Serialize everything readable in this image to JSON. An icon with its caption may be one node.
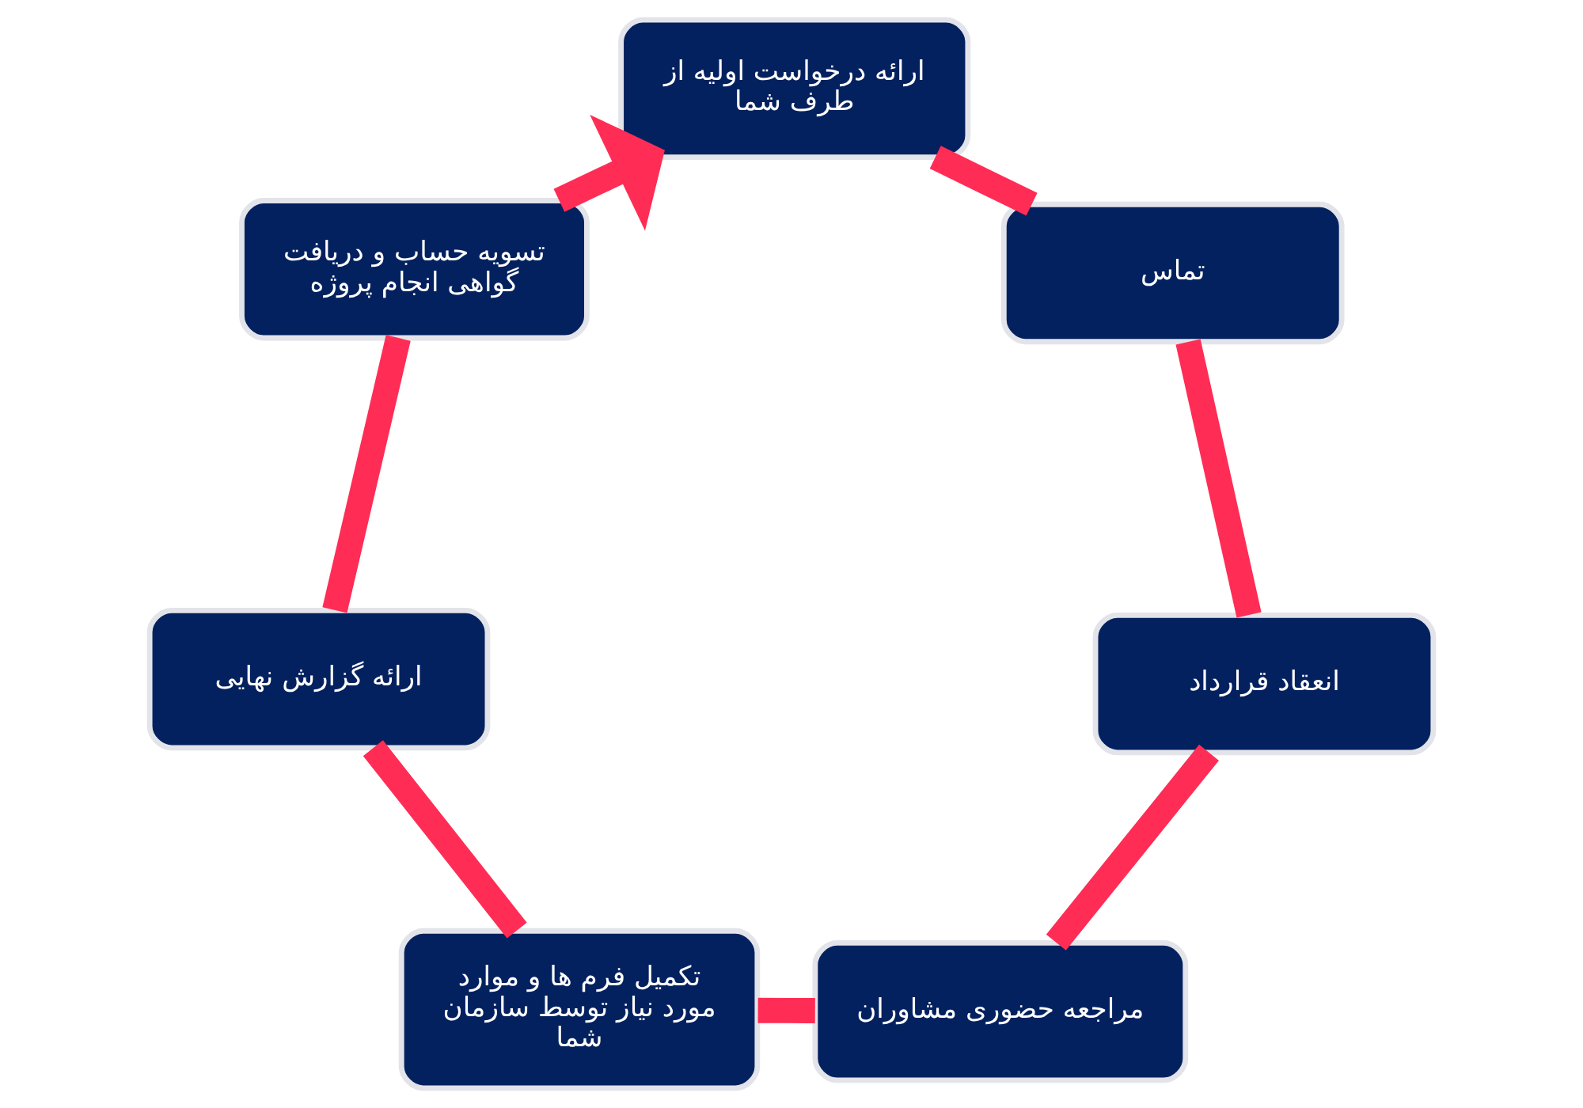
{
  "diagram": {
    "nodes": [
      {
        "text": [
          "ارائه درخواست اولیه از طرف شما"
        ]
      },
      {
        "text": [
          "تماس"
        ]
      },
      {
        "text": [
          "انعقاد قرارداد"
        ]
      },
      {
        "text": [
          "مراجعه حضوری مشاوران"
        ]
      },
      {
        "text": [
          "تکمیل فرم ها و موارد مورد نیاز توسط سازمان شما"
        ]
      },
      {
        "text": [
          "ارائه گزارش نهایی"
        ]
      },
      {
        "text": [
          "تسویه حساب و دریافت گواهی انجام پروژه"
        ]
      }
    ],
    "edges": [
      {
        "from": 0,
        "to": 1,
        "arrow": "none"
      },
      {
        "from": 1,
        "to": 2,
        "arrow": "none"
      },
      {
        "from": 2,
        "to": 3,
        "arrow": "none"
      },
      {
        "from": 3,
        "to": 4,
        "arrow": "none"
      },
      {
        "from": 4,
        "to": 5,
        "arrow": "none"
      },
      {
        "from": 5,
        "to": 6,
        "arrow": "none"
      },
      {
        "from": 6,
        "to": 0,
        "arrow": "to"
      }
    ]
  }
}
